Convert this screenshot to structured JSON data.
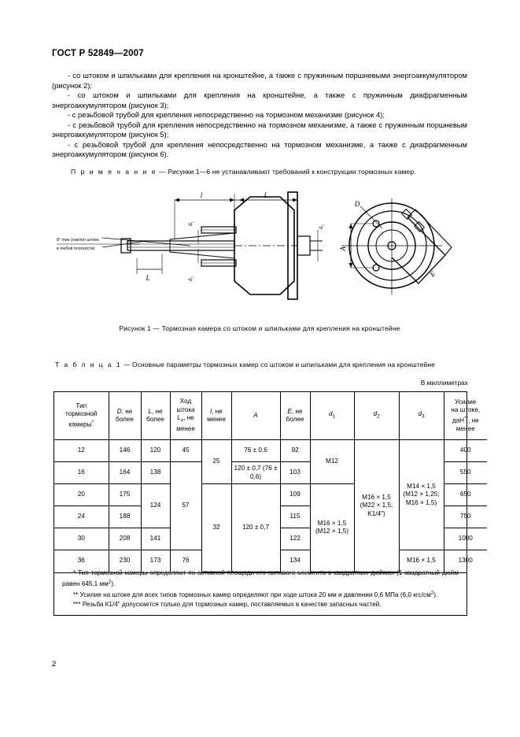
{
  "document": {
    "standard_id": "ГОСТ Р 52849—2007",
    "page_number": "2"
  },
  "body_paragraphs": [
    "-  со штоком и шпильками для крепления на кронштейне, а также с пружинным поршневыми энергоаккумулятором (рисунок 2);",
    "-  со штоком и шпильками для крепления на кронштейне, а также с пружинным диафрагменным энергоаккумулятором (рисунок 3);",
    "-  с резьбовой трубой для крепления непосредственно на тормозном механизме (рисунок 4);",
    "-  с резьбовой трубой для крепления непосредственно на тормозном механизме, а также с пружинным поршневым энергоаккумулятором (рисунок 5);",
    "-  с резьбовой трубой для крепления непосредственно на тормозном механизме, а также с диафрагменным энергоаккумулятором (рисунок 6)."
  ],
  "note": {
    "label": "П р и м е ч а н и е",
    "text": " — Рисунки 1—6 не устанавливают требований к конструкции тормозных камер."
  },
  "figure": {
    "caption": "Рисунок 1 — Тормозная камера со штоком и шпильками для крепления на кронштейне",
    "callout": "8° max (наклон штока в любой плоскости)",
    "dimension_labels": [
      "l",
      "L",
      "L",
      "d₁",
      "d₂",
      "d₃",
      "D",
      "A",
      "E"
    ]
  },
  "table": {
    "caption_label": "Т а б л и ц а  1",
    "caption_text": " — Основные параметры тормозных камер со штоком и шпильками для крепления на кронштейне",
    "units_note": "В миллиметрах",
    "headers": [
      "Тип тормозной камеры*",
      "D, не более",
      "L, не более",
      "Ход штока Lx, не менее",
      "l, не менее",
      "A",
      "E, не более",
      "d1",
      "d2",
      "d3",
      "Усилие на штоке, даН**, не менее"
    ],
    "rows": [
      {
        "type": "12",
        "D": "146",
        "L": "120",
        "stroke": "45",
        "l": "25",
        "A": "76 ± 0,6",
        "E": "92",
        "d1": "M12",
        "d2": "M16 × 1,5 (M22 × 1,5; K1/4\")",
        "d3": "M14 × 1,5 (M12 × 1,25; M16 × 1,5)",
        "force": "400"
      },
      {
        "type": "16",
        "D": "164",
        "L": "138",
        "A": "120 ± 0,7 (76 ± 0,6)",
        "E": "103",
        "force": "550"
      },
      {
        "type": "20",
        "D": "175",
        "L": "124",
        "stroke": "57",
        "l": "32",
        "A": "120 ± 0,7",
        "E": "109",
        "d1": "M16 × 1,5 (M12 × 1,5)",
        "force": "650"
      },
      {
        "type": "24",
        "D": "188",
        "E": "115",
        "force": "750"
      },
      {
        "type": "30",
        "D": "208",
        "L": "141",
        "E": "122",
        "force": "1000"
      },
      {
        "type": "36",
        "D": "230",
        "L": "173",
        "stroke": "76",
        "E": "134",
        "d3": "M16 × 1,5",
        "force": "1300"
      }
    ]
  },
  "footnotes": [
    "*  Тип тормозной камеры определяют по активной площади его силового элемента в квадратных дюймах (1 квадратный дюйм равен 645,1 мм2).",
    "**  Усилие на штоке для всех типов тормозных камер определяют при ходе штока 20 мм и давлении 0,6 МПа (6,0 кгс/см2).",
    "***  Резьба К1/4\" допускается только для тормозных камер, поставляемых в качестве запасных частей."
  ]
}
